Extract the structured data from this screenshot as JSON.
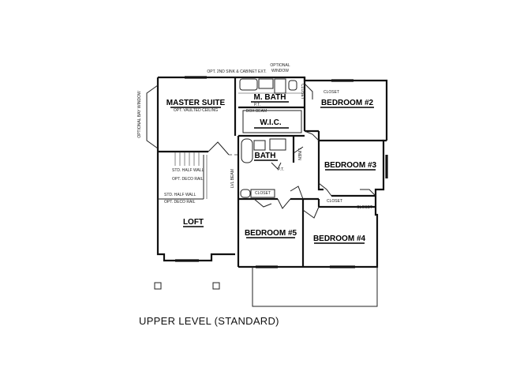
{
  "rooms": {
    "master_suite": "MASTER SUITE",
    "m_bath": "M. BATH",
    "bedroom2": "BEDROOM #2",
    "wic": "W.I.C.",
    "bath": "BATH",
    "bedroom3": "BEDROOM #3",
    "loft": "LOFT",
    "bedroom5": "BEDROOM #5",
    "bedroom4": "BEDROOM #4"
  },
  "notes": {
    "opt_sink": "OPT. 2ND SINK & CABINET EXT.",
    "opt_window_1": "OPTIONAL",
    "opt_window_2": "WINDOW",
    "opt_bay_window": "OPTIONAL BAY WINDOW",
    "vaulted": "OPT. VAULTED CEILING",
    "box_beam": "BOX BEAM",
    "closet_1": "CLOSET",
    "closet_2": "CLOSET",
    "closet_3": "CLOSET",
    "closet_4": "CLOSET",
    "closet_5": "CLOSET",
    "linen": "LINEN",
    "pt_1": "P.T.",
    "pt_2": "P.T.",
    "std_half_wall_1": "STD. HALF WALL",
    "opt_deco_rail_1": "OPT. DECO RAIL",
    "std_half_wall_2": "STD. HALF WALL",
    "opt_deco_rail_2": "OPT. DECO RAIL",
    "lvl_beam": "LVL BEAM"
  },
  "caption": "UPPER LEVEL (STANDARD)"
}
